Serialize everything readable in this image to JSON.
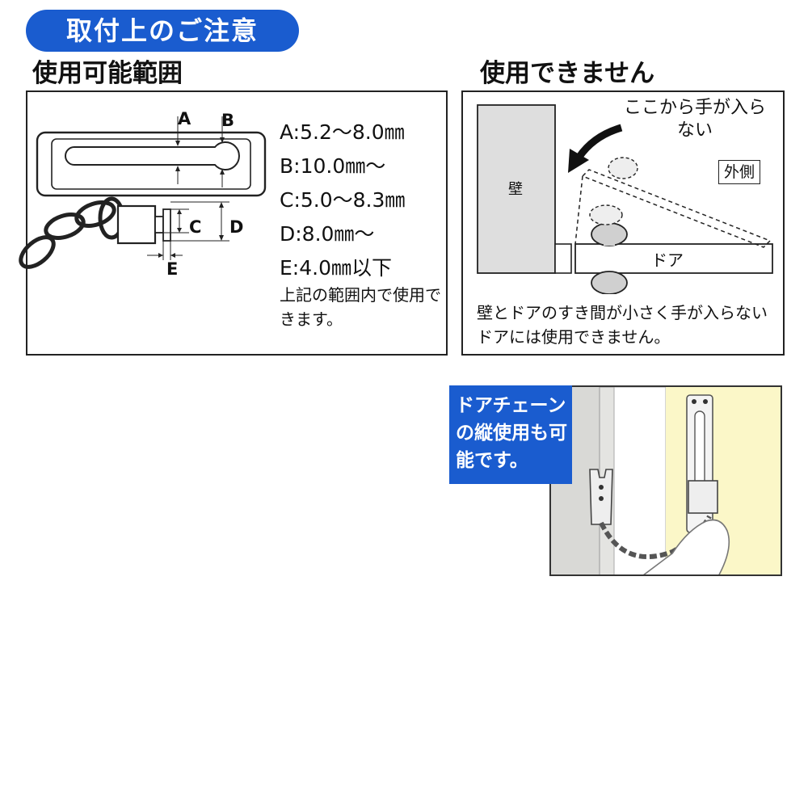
{
  "header": {
    "title": "取付上のご注意"
  },
  "left_panel": {
    "heading": "使用可能範囲",
    "specs": [
      "A:5.2〜8.0㎜",
      "B:10.0㎜〜",
      "C:5.0〜8.3㎜",
      "D:8.0㎜〜",
      "E:4.0㎜以下"
    ],
    "note": "上記の範囲内で使用できます。",
    "diagram_labels": {
      "a": "A",
      "b": "B",
      "c": "C",
      "d": "D",
      "e": "E"
    }
  },
  "right_panel": {
    "heading": "使用できません",
    "wall_label": "壁",
    "no_hand_label": "ここから手が入らない",
    "outside_label": "外側",
    "door_label": "ドア",
    "description": "壁とドアのすき間が小さく手が入らないドアには使用できません。"
  },
  "photo": {
    "badge_text": "ドアチェーンの縦使用も可能です。"
  },
  "colors": {
    "accent": "#1a5ccf",
    "photo_wall": "#fbf7c8",
    "frame_gray": "#d9d9d6"
  }
}
